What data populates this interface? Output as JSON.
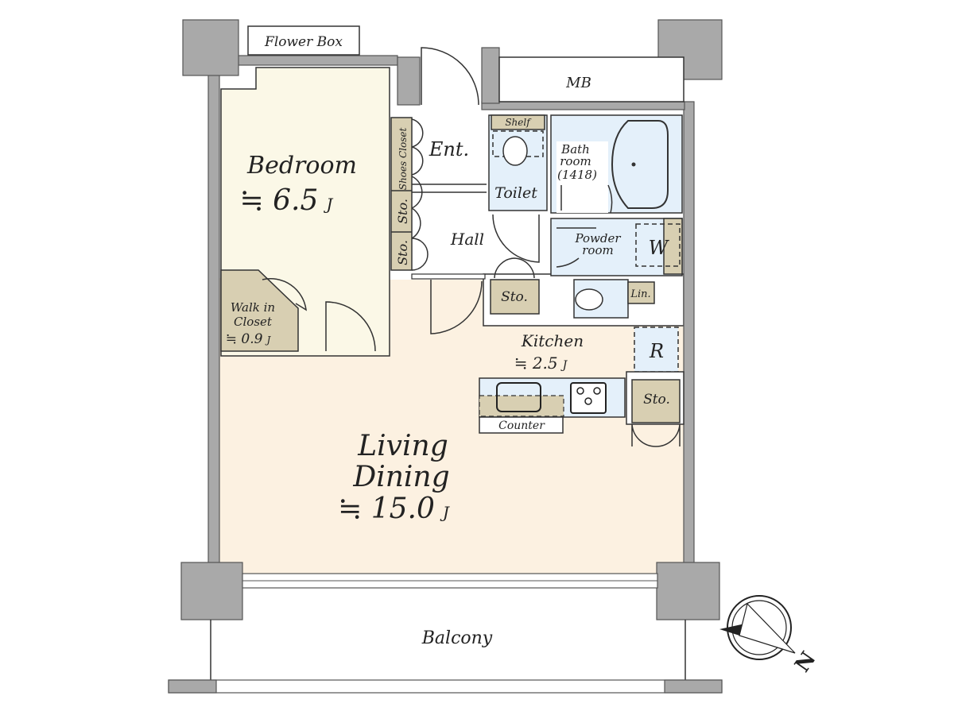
{
  "plan": {
    "flower_box": "Flower Box",
    "mb": "MB",
    "bedroom": {
      "name": "Bedroom",
      "size": "≒ 6.5",
      "unit": "J"
    },
    "walk_in_closet": {
      "line1": "Walk in",
      "line2": "Closet",
      "size": "≒ 0.9",
      "unit": "J"
    },
    "shoes_closet": "Shoes Closet",
    "entrance": "Ent.",
    "hall": "Hall",
    "storage": "Sto.",
    "shelf": "Shelf",
    "toilet": "Toilet",
    "bathroom": {
      "line1": "Bath",
      "line2": "room",
      "line3": "(1418)"
    },
    "powder_room": {
      "line1": "Powder",
      "line2": "room"
    },
    "washer": "W",
    "linen": "Lin.",
    "refrigerator": "R",
    "kitchen": {
      "name": "Kitchen",
      "size": "≒ 2.5",
      "unit": "J"
    },
    "counter": "Counter",
    "living_dining": {
      "line1": "Living",
      "line2": "Dining",
      "size": "≒ 15.0",
      "unit": "J"
    },
    "balcony": "Balcony",
    "north": "N"
  },
  "colors": {
    "wall": "#a9a9a9",
    "living": "#fcf1e1",
    "bedroom": "#fbf8e7",
    "wet_area": "#e4f0fa",
    "storage": "#d8cfb2"
  }
}
